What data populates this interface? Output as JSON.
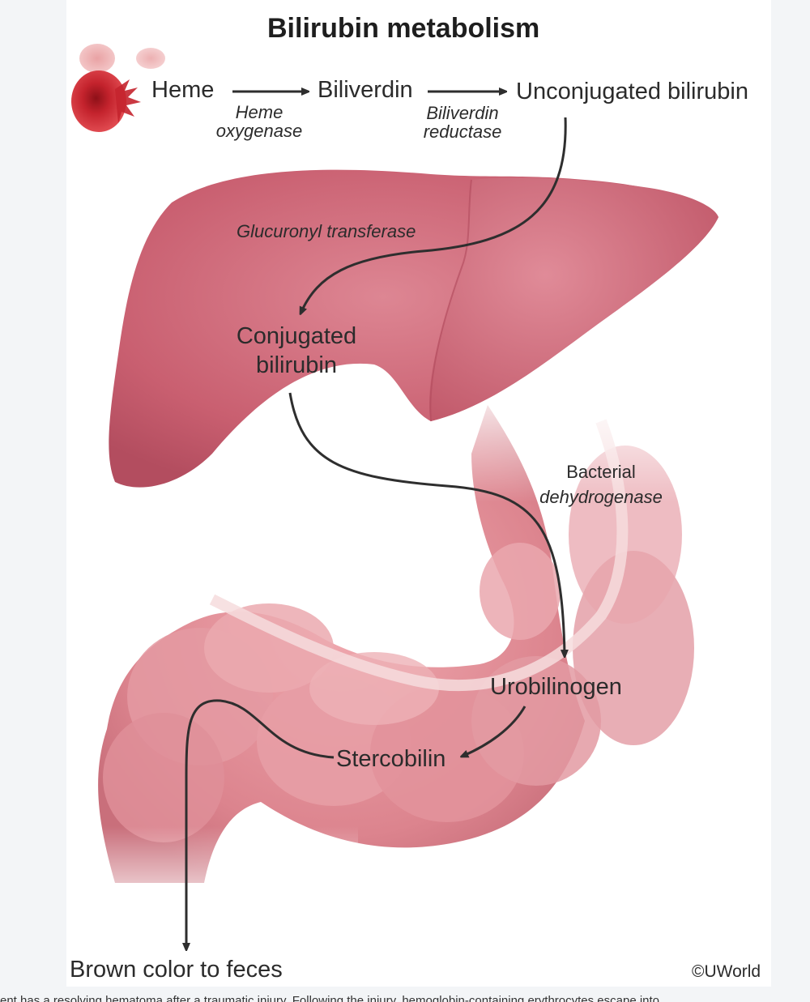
{
  "figure": {
    "title": "Bilirubin metabolism",
    "steps": {
      "heme": "Heme",
      "biliverdin": "Biliverdin",
      "unconjugated_bilirubin": "Unconjugated bilirubin",
      "conjugated_bilirubin_line1": "Conjugated",
      "conjugated_bilirubin_line2": "bilirubin",
      "urobilinogen": "Urobilinogen",
      "stercobilin": "Stercobilin",
      "brown_color": "Brown color to feces"
    },
    "enzymes": {
      "heme_oxygenase_line1": "Heme",
      "heme_oxygenase_line2": "oxygenase",
      "biliverdin_reductase_line1": "Biliverdin",
      "biliverdin_reductase_line2": "reductase",
      "glucuronyl_transferase": "Glucuronyl transferase",
      "bacterial_dehydrogenase_line1": "Bacterial",
      "bacterial_dehydrogenase_line2": "dehydrogenase"
    },
    "copyright": "©UWorld",
    "colors": {
      "liver": "#cf6b7a",
      "intestine": "#e5919a",
      "rbc": "#c9252f",
      "arrow": "#2e2e2e"
    }
  },
  "caption_partial": "ent has a resolving hematoma after a traumatic injury.  Following the injury, hemoglobin-containing erythrocytes escape into"
}
